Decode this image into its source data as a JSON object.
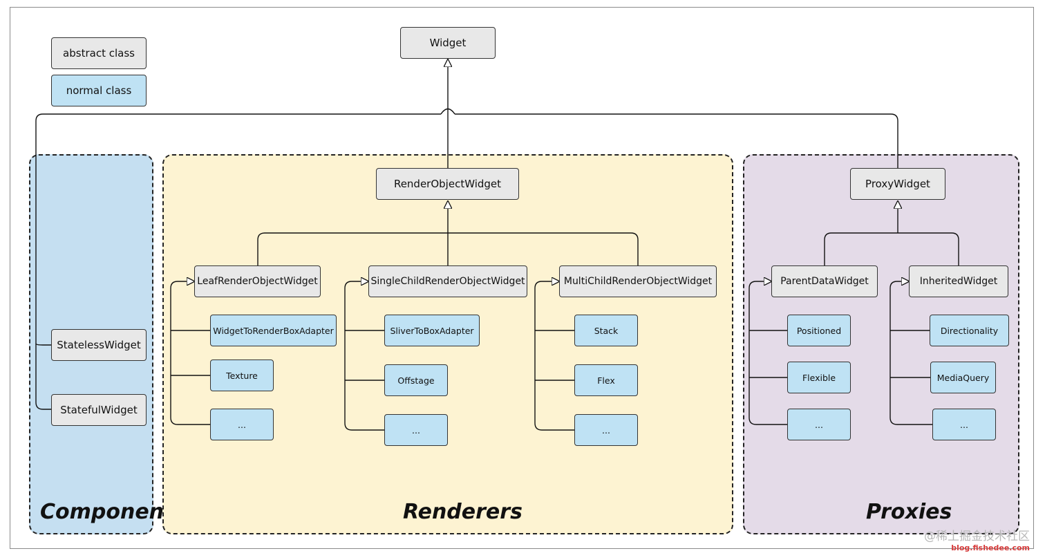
{
  "legend": {
    "abstract_label": "abstract class",
    "normal_label": "normal class"
  },
  "colors": {
    "abstract_fill": "#e8e8e8",
    "normal_fill": "#bfe2f4",
    "components_bg": "#c5dff1",
    "renderers_bg": "#fdf3d2",
    "proxies_bg": "#e4dbe8",
    "border": "#333333"
  },
  "groups": {
    "components": "Components",
    "renderers": "Renderers",
    "proxies": "Proxies"
  },
  "nodes": {
    "widget": "Widget",
    "stateless": "StatelessWidget",
    "stateful": "StatefulWidget",
    "render_object": "RenderObjectWidget",
    "leaf": "LeafRenderObjectWidget",
    "single_child": "SingleChildRenderObjectWidget",
    "multi_child": "MultiChildRenderObjectWidget",
    "widget_to_render_box": "WidgetToRenderBoxAdapter",
    "texture": "Texture",
    "leaf_more": "...",
    "sliver_to_box": "SliverToBoxAdapter",
    "offstage": "Offstage",
    "single_more": "...",
    "stack": "Stack",
    "flex": "Flex",
    "multi_more": "...",
    "proxy": "ProxyWidget",
    "parent_data": "ParentDataWidget",
    "inherited": "InheritedWidget",
    "positioned": "Positioned",
    "flexible": "Flexible",
    "parent_data_more": "...",
    "directionality": "Directionality",
    "media_query": "MediaQuery",
    "inherited_more": "..."
  },
  "watermark": {
    "line1": "@稀土掘金技术社区",
    "line2": "blog.fishedee.com"
  }
}
